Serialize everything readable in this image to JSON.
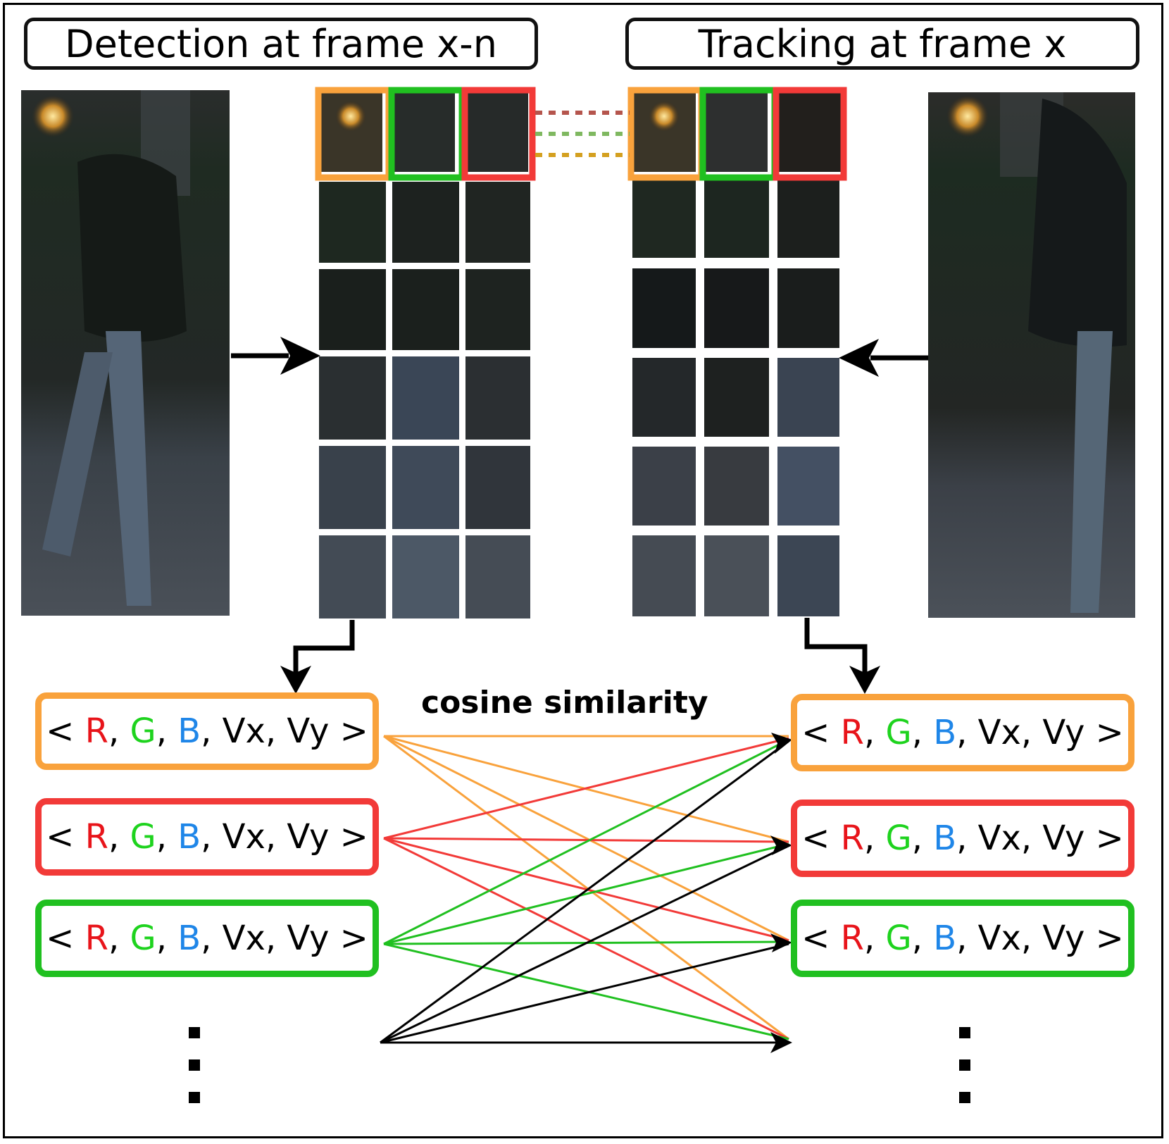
{
  "titles": {
    "detection": "Detection at frame x-n",
    "tracking": "Tracking at frame x"
  },
  "similarity_label": "cosine similarity",
  "feature_vector": {
    "open": "< ",
    "components": [
      "R",
      "G",
      "B",
      "Vx",
      "Vy"
    ],
    "close": " >",
    "separator": ", "
  },
  "colors": {
    "orange": "#F9A23C",
    "red": "#F23A38",
    "green": "#20C020",
    "black": "#000000",
    "text_R": "#E8141A",
    "text_G": "#1ED31E",
    "text_B": "#1F86E8",
    "dotted_top": "#B5554D",
    "dotted_mid": "#7FB860",
    "dotted_bottom": "#D4A020"
  },
  "left_boxes": [
    "orange",
    "red",
    "green"
  ],
  "right_boxes": [
    "orange",
    "red",
    "green"
  ],
  "continuation": "⋮"
}
